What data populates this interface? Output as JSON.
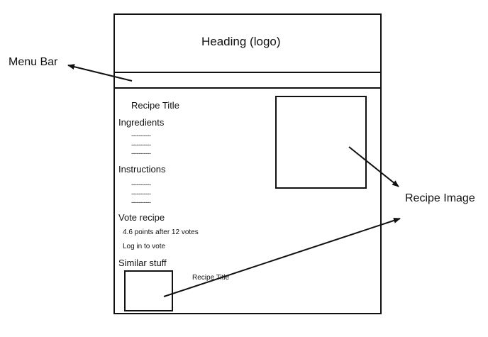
{
  "page": {
    "heading": "Heading (logo)",
    "recipe_title": "Recipe Title",
    "ingredients": {
      "label": "Ingredients",
      "items": [
        "-----------",
        "-----------",
        "-----------"
      ]
    },
    "instructions": {
      "label": "Instructions",
      "items": [
        "-----------",
        "-----------",
        "-----------"
      ]
    },
    "vote": {
      "label": "Vote recipe",
      "summary": "4.6 points after 12 votes",
      "login_prompt": "Log in to vote"
    },
    "similar": {
      "label": "Similar stuff",
      "item_title": "Recipe Title"
    }
  },
  "callouts": {
    "menu_bar": "Menu Bar",
    "recipe_image": "Recipe Image"
  }
}
